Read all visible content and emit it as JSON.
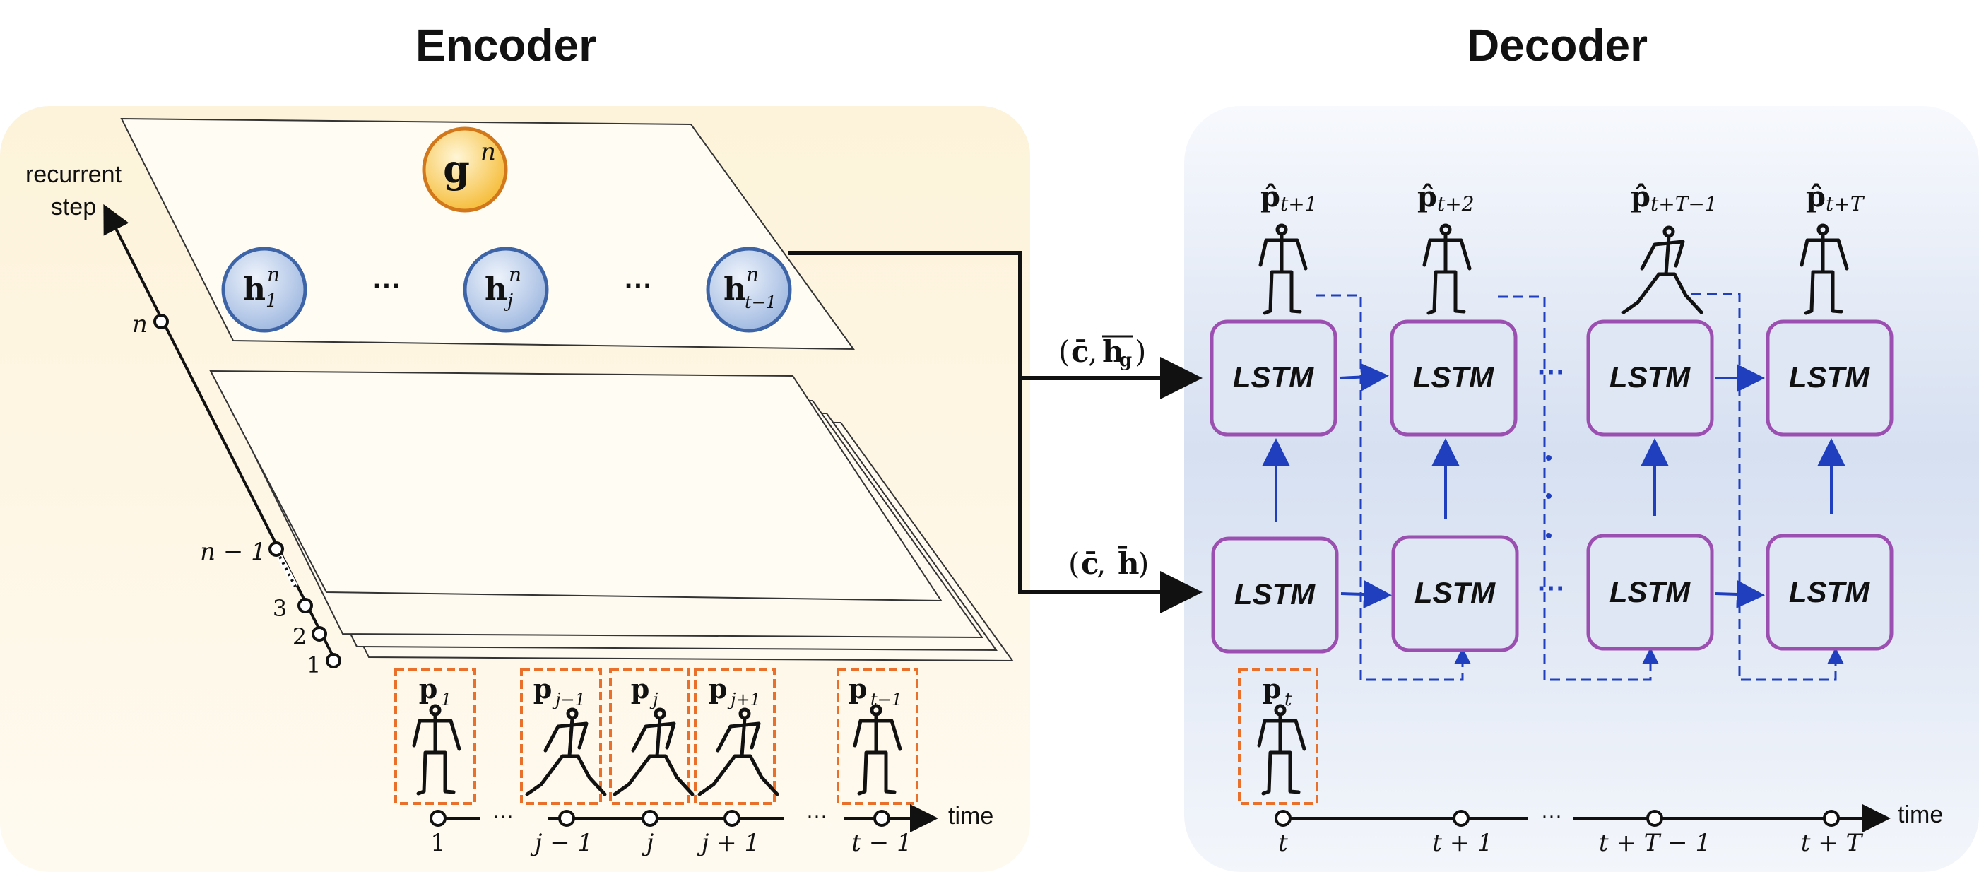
{
  "encoder": {
    "title": "Encoder",
    "recurrent_axis_label": [
      "recurrent",
      "step"
    ],
    "step_labels": {
      "top": "n",
      "prev": "n − 1",
      "s3": "3",
      "s2": "2",
      "s1": "1"
    },
    "global_node": {
      "base": "g",
      "sup": "n"
    },
    "hidden_nodes": [
      {
        "base": "h",
        "sub": "1",
        "sup": "n"
      },
      {
        "base": "h",
        "sub": "j",
        "sup": "n"
      },
      {
        "base": "h",
        "sub": "t−1",
        "sup": "n"
      }
    ],
    "ellipsis": "···",
    "frames": [
      {
        "base": "p",
        "sub": "1"
      },
      {
        "base": "p",
        "sub": "j−1"
      },
      {
        "base": "p",
        "sub": "j"
      },
      {
        "base": "p",
        "sub": "j+1"
      },
      {
        "base": "p",
        "sub": "t−1"
      }
    ],
    "time_ticks": [
      "1",
      "j − 1",
      "j",
      "j + 1",
      "t − 1"
    ],
    "time_label": "time"
  },
  "connectors": {
    "upper": {
      "open": "(",
      "a": "c̄",
      "sep": ",",
      "b": "h",
      "b_sub": "g",
      "close": ")"
    },
    "lower": {
      "open": "(",
      "a": "c̄",
      "sep": " ,",
      "b": "h̄",
      "close": ")"
    }
  },
  "decoder": {
    "title": "Decoder",
    "cell_label": "LSTM",
    "outputs": [
      {
        "base": "p̂",
        "sub": "t+1"
      },
      {
        "base": "p̂",
        "sub": "t+2"
      },
      {
        "base": "p̂",
        "sub": "t+T−1"
      },
      {
        "base": "p̂",
        "sub": "t+T"
      }
    ],
    "input": {
      "base": "p",
      "sub": "t"
    },
    "time_ticks": [
      "t",
      "t + 1",
      "t + T − 1",
      "t + T"
    ],
    "time_label": "time",
    "ellipsis": "···"
  },
  "colors": {
    "encoder_bg": "#fdf6e3",
    "decoder_bg": "#dbe4f3",
    "lstm_border": "#9b4fb0",
    "hidden_node": "#5b86c4",
    "global_node": "#f3b92f",
    "frame_border": "#e8702a",
    "arrow_blue": "#1f3fbf"
  }
}
